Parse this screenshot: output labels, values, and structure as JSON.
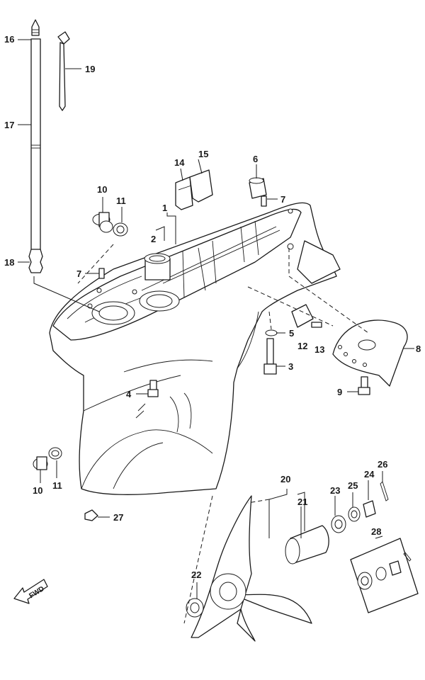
{
  "labels": {
    "p1": "1",
    "p2": "2",
    "p3": "3",
    "p4": "4",
    "p5": "5",
    "p6": "6",
    "p7a": "7",
    "p7b": "7",
    "p8": "8",
    "p9": "9",
    "p10a": "10",
    "p10b": "10",
    "p11a": "11",
    "p11b": "11",
    "p12": "12",
    "p13": "13",
    "p14": "14",
    "p15": "15",
    "p16": "16",
    "p17": "17",
    "p18": "18",
    "p19": "19",
    "p20": "20",
    "p21": "21",
    "p22": "22",
    "p23": "23",
    "p24": "24",
    "p25": "25",
    "p26": "26",
    "p27": "27",
    "p28": "28"
  },
  "fwd_label": "FWD",
  "line_color": "#1a1a1a"
}
